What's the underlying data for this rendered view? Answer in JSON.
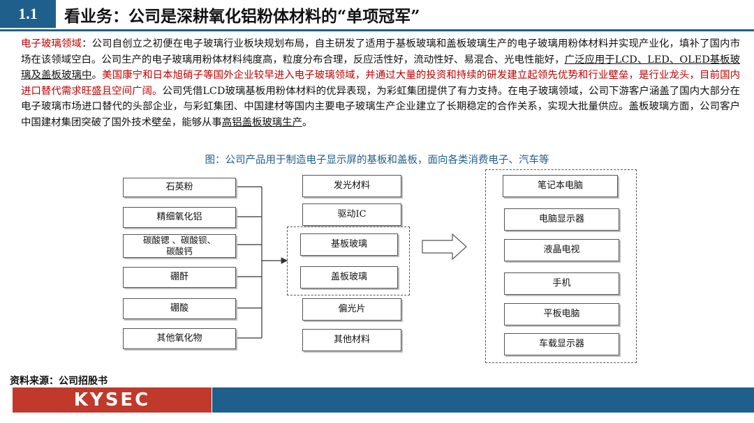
{
  "header": {
    "number": "1.1",
    "title": "看业务：公司是深耕氧化铝粉体材料的“单项冠军”"
  },
  "paragraph": {
    "lead": "电子玻璃领域",
    "p1": "：公司自创立之初便在电子玻璃行业板块规划布局，自主研发了适用于基板玻璃和盖板玻璃生产的电子玻璃用粉体材料并实现产业化，填补了国内市场在该领域空白。公司生产的电子玻璃用粉体材料纯度高，粒度分布合理，反应活性好，流动性好、易混合、光电性能好，",
    "u1": "广泛应用于LCD、LED、OLED基板玻璃及盖板玻璃中",
    "p2": "。",
    "red": "美国康宁和日本旭硝子等国外企业较早进入电子玻璃领域，并通过大量的投资和持续的研发建立起领先优势和行业壁垒，是行业龙头，目前国内进口替代需求旺盛且空间广阔。",
    "p3": "公司凭借LCD玻璃基板用粉体材料的优异表现，为彩虹集团提供了有力支持。在电子玻璃领域，公司下游客户涵盖了国内大部分在电子玻璃市场进口替代的头部企业，与彩虹集团、中国建材等国内主要电子玻璃生产企业建立了长期稳定的合作关系，实现大批量供应。盖板玻璃方面，公司客户中国建材集团突破了国外技术壁垒，能够从事",
    "u2": "高铝盖板玻璃生产",
    "p4": "。"
  },
  "caption": "图：公司产品用于制造电子显示屏的基板和盖板，面向各类消费电子、汽车等",
  "diagram": {
    "inputs": [
      "石英粉",
      "精细氧化铝",
      "碳酸锶 、碳酸钡、\n碳酸钙",
      "硼酐",
      "硼酸",
      "其他氧化物"
    ],
    "middle": [
      "发光材料",
      "驱动IC",
      "基板玻璃",
      "盖板玻璃",
      "偏光片",
      "其他材料"
    ],
    "outputs": [
      "笔记本电脑",
      "电脑显示器",
      "液晶电视",
      "手机",
      "平板电脑",
      "车载显示器"
    ]
  },
  "source": "资料来源：公司招股书",
  "footer": {
    "logo": "KYSEC"
  },
  "colors": {
    "brand_blue": "#1f5f8b",
    "highlight_red": "#c00000",
    "logo_red": "#c0392b"
  }
}
